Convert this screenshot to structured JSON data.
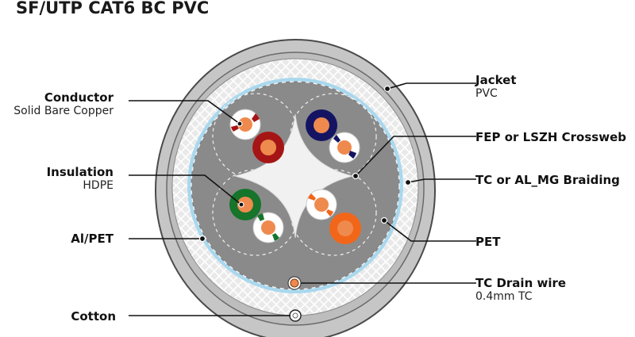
{
  "title": "SF/UTP CAT6 BC PVC",
  "labels": {
    "conductor": {
      "name": "Conductor",
      "detail": "Solid Bare Copper"
    },
    "insulation": {
      "name": "Insulation",
      "detail": "HDPE"
    },
    "al_pet": {
      "name": "Al/PET"
    },
    "cotton": {
      "name": "Cotton"
    },
    "jacket": {
      "name": "Jacket",
      "detail": "PVC"
    },
    "crossweb": {
      "name": "FEP or LSZH Crossweb"
    },
    "braiding": {
      "name": "TC or AL_MG Braiding"
    },
    "pet": {
      "name": "PET"
    },
    "drain": {
      "name": "TC Drain wire",
      "detail": "0.4mm TC"
    }
  },
  "pairs": [
    {
      "primary": "#a61515",
      "stripe": "#a61515"
    },
    {
      "primary": "#141463",
      "stripe": "#141463"
    },
    {
      "primary": "#16742b",
      "stripe": "#16742b"
    },
    {
      "primary": "#f2661a",
      "stripe": "#f2661a"
    }
  ],
  "colors": {
    "jacket": "#c6c6c6",
    "braid": "#e6e6e6",
    "core": "#8a8a8a",
    "shield": "#a9d8ee",
    "copper": "#ee8a4e",
    "separator": "#f1f1f1"
  }
}
